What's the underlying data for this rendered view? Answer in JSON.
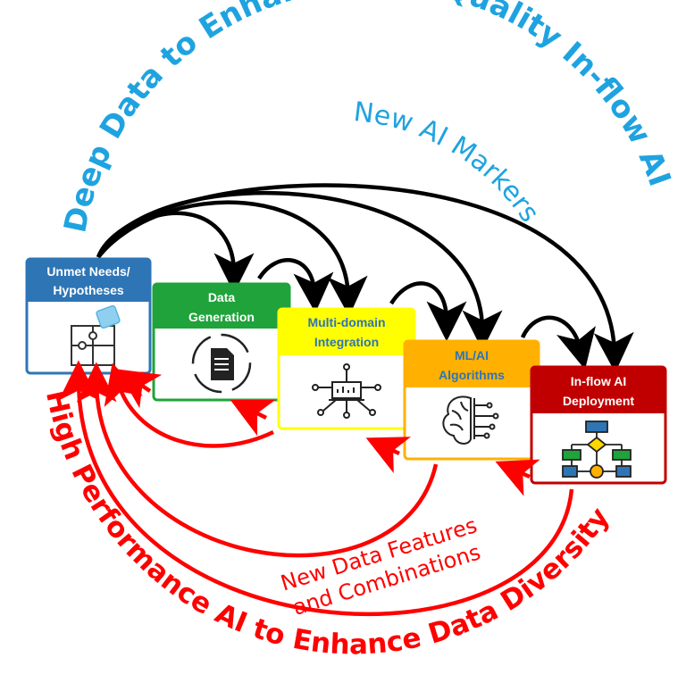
{
  "diagram": {
    "outer_top_arc_text": "Deep Data to Enhance  High Quality In-flow AI",
    "inner_top_arc_text": "New AI Markers",
    "outer_bottom_arc_text": "High Performance AI to Enhance Data Diversity",
    "inner_bottom_text_line1": "New Data Features",
    "inner_bottom_text_line2": "and Combinations",
    "steps": [
      {
        "title_line1": "Unmet Needs/",
        "title_line2": "Hypotheses",
        "color": "#2e75b6",
        "icon": "puzzle-icon"
      },
      {
        "title_line1": "Data",
        "title_line2": "Generation",
        "color": "#1fa33a",
        "icon": "document-cycle-icon"
      },
      {
        "title_line1": "Multi-domain",
        "title_line2": "Integration",
        "color": "#ffff00",
        "text_color": "#2e75b6",
        "icon": "network-laptop-icon"
      },
      {
        "title_line1": "ML/AI",
        "title_line2": "Algorithms",
        "color": "#ffb000",
        "text_color": "#2e75b6",
        "icon": "brain-circuit-icon"
      },
      {
        "title_line1": "In-flow AI",
        "title_line2": "Deployment",
        "color": "#c00000",
        "icon": "flowchart-icon"
      }
    ],
    "colors": {
      "blue_text": "#1fa3e0",
      "red": "#ff0000",
      "black": "#000000"
    }
  }
}
